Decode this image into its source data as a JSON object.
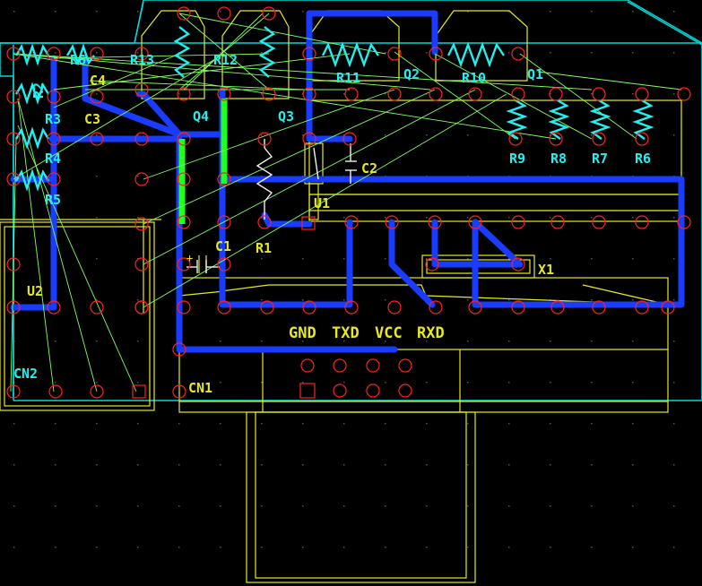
{
  "colors": {
    "background": "#000000",
    "outline": "#00e0e0",
    "silkscreen": "#f0f020",
    "trace": "#1a3cff",
    "ratsnest": "#80ff60",
    "pad": "#ff2020",
    "grid": "#4a4a4a",
    "cyan_label": "#20f0f0",
    "green_trace": "#20ff20"
  },
  "labels": {
    "r2": "R2",
    "r3": "R3",
    "r4": "R4",
    "r5": "R5",
    "r6_left": "R6",
    "c4": "C4",
    "c3": "C3",
    "r13": "R13",
    "r12": "R12",
    "r11": "R11",
    "r10": "R10",
    "q4": "Q4",
    "q3": "Q3",
    "q2": "Q2",
    "q1": "Q1",
    "r9": "R9",
    "r8": "R8",
    "r7": "R7",
    "r6": "R6",
    "c2": "C2",
    "u1": "U1",
    "c1": "C1",
    "r1": "R1",
    "x1": "X1",
    "u2": "U2",
    "cn2": "CN2",
    "cn1": "CN1",
    "gnd": "GND",
    "txd": "TXD",
    "vcc": "VCC",
    "rxd": "RXD"
  }
}
